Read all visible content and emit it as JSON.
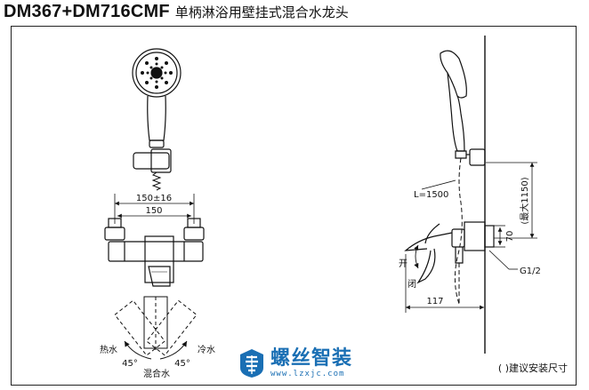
{
  "header": {
    "model": "DM367+DM716CMF",
    "description": "单柄淋浴用壁挂式混合水龙头"
  },
  "front_view": {
    "dim_center": "150±16",
    "dim_inner": "150"
  },
  "rotation": {
    "hot": "热水",
    "cold": "冷水",
    "mixed": "混合水",
    "angle_left": "45°",
    "angle_right": "45°"
  },
  "side_view": {
    "hose_length": "L=1500",
    "open": "开",
    "close": "闭",
    "height_max": "(最大1150)",
    "dim_70": "70",
    "thread": "G1/2",
    "depth": "117"
  },
  "note": "(  )建议安装尺寸",
  "logo": {
    "name": "螺丝智装",
    "url": "www.lzxjc.com",
    "brand_color": "#1a6fb4"
  }
}
